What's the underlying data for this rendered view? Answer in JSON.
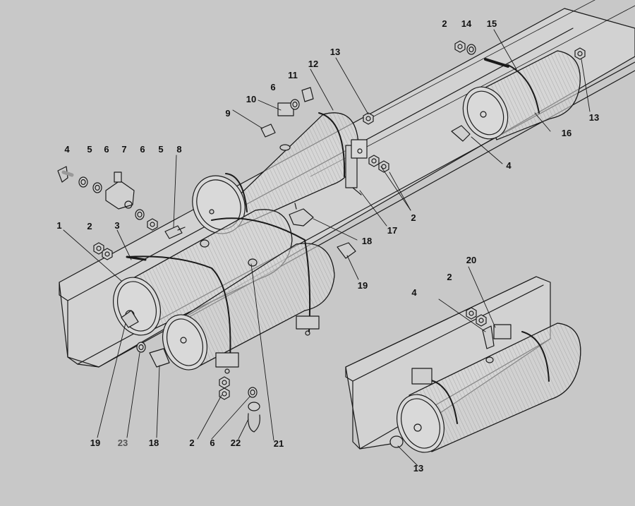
{
  "colors": {
    "background": "#c8c8c8",
    "line": "#1a1a1a",
    "tank_fill": "#d9d9d9",
    "frame_fill": "#d2d2d2"
  },
  "callouts": {
    "c1": "1",
    "c2a": "2",
    "c2b": "2",
    "c2c": "2",
    "c2d": "2",
    "c2e": "2",
    "c3": "3",
    "c4a": "4",
    "c4b": "4",
    "c4c": "4",
    "c5a": "5",
    "c5b": "5",
    "c6a": "6",
    "c6b": "6",
    "c6c": "6",
    "c6d": "6",
    "c7": "7",
    "c8": "8",
    "c9": "9",
    "c10": "10",
    "c11": "11",
    "c12": "12",
    "c13a": "13",
    "c13b": "13",
    "c13c": "13",
    "c14": "14",
    "c15": "15",
    "c16": "16",
    "c17": "17",
    "c18a": "18",
    "c18b": "18",
    "c19a": "19",
    "c19b": "19",
    "c20": "20",
    "c21": "21",
    "c22": "22",
    "c23": "23"
  }
}
